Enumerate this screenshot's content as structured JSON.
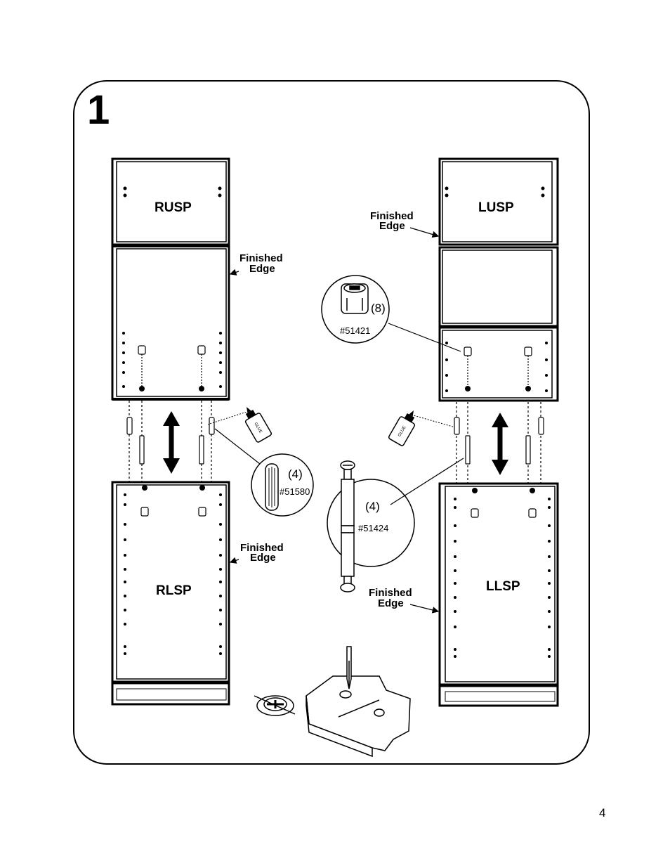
{
  "step": "1",
  "page_number": "4",
  "panels": {
    "rusp": "RUSP",
    "lusp": "LUSP",
    "rlsp": "RLSP",
    "llsp": "LLSP"
  },
  "finished_edge": {
    "line1": "Finished",
    "line2": "Edge"
  },
  "parts": {
    "cam_qty": "(8)",
    "cam_num": "#51421",
    "dowel_qty": "(4)",
    "dowel_num": "#51580",
    "bolt_qty": "(4)",
    "bolt_num": "#51424"
  },
  "glue_label": "GLUE"
}
